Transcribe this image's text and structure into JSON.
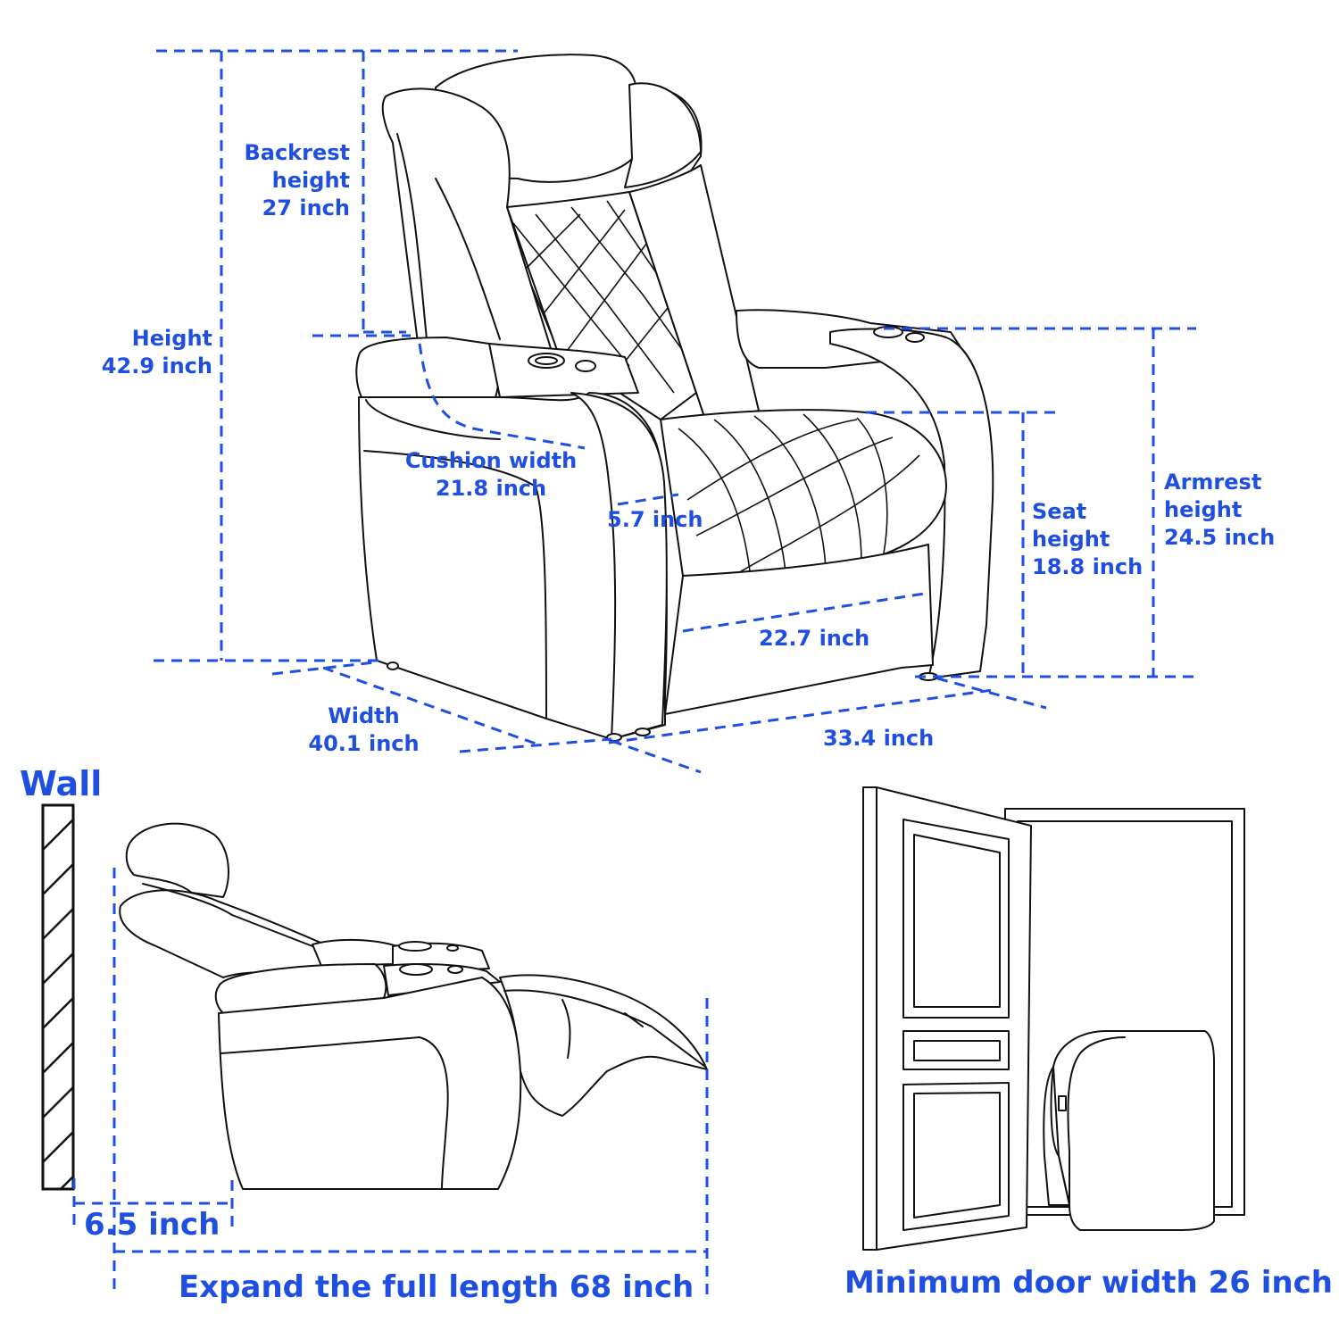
{
  "labels": {
    "backrest": [
      "Backrest",
      "height",
      "27 inch"
    ],
    "height": [
      "Height",
      "42.9 inch"
    ],
    "cushion_width": [
      "Cushion width",
      "21.8 inch"
    ],
    "arm_width": "5.7 inch",
    "seat_height": [
      "Seat",
      "height",
      "18.8 inch"
    ],
    "armrest_height": [
      "Armrest",
      "height",
      "24.5 inch"
    ],
    "seat_depth": "22.7 inch",
    "width": [
      "Width",
      "40.1 inch"
    ],
    "depth": "33.4 inch",
    "wall": "Wall",
    "wall_clearance": "6.5 inch",
    "full_length": "Expand the full length 68 inch",
    "door_width": "Minimum door width 26 inch"
  },
  "colors": {
    "dimension": "#1f4fe0",
    "outline": "#111111",
    "background": "#ffffff"
  }
}
